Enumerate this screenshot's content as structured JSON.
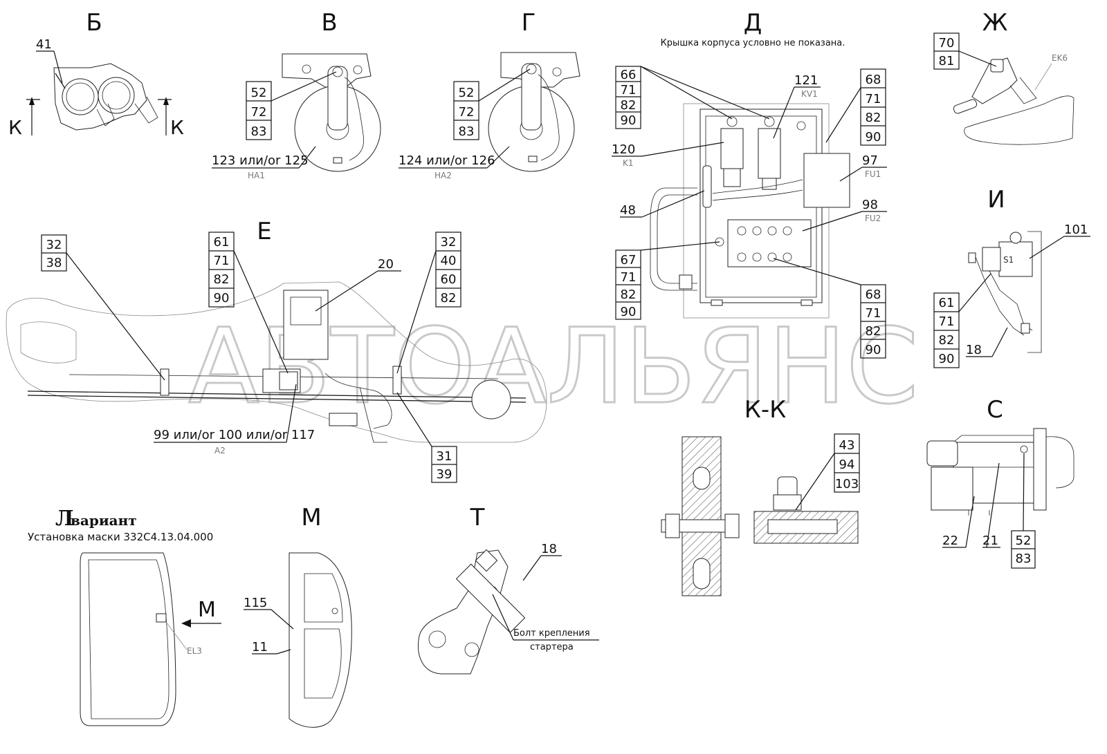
{
  "watermark": "АВТОАЛЬЯНС",
  "views": {
    "b": "Б",
    "v": "В",
    "g": "Г",
    "d": "Д",
    "zh": "Ж",
    "i": "И",
    "e": "Е",
    "kk": "К-К",
    "s": "С",
    "m": "М",
    "t": "Т",
    "k_left": "К",
    "k_right": "К",
    "m_arrow": "М"
  },
  "notes": {
    "cover_note": "Крышка корпуса условно не показана.",
    "variant_letter": "Л",
    "variant_word": "вариант",
    "mask_install": "Установка маски 332С4.13.04.000",
    "bolt_line1": "Болт крепления",
    "bolt_line2": "стартера"
  },
  "callouts": {
    "b": [
      "41"
    ],
    "v": [
      "52",
      "72",
      "83"
    ],
    "v_main": "123 или/or 125",
    "v_code": "HA1",
    "g": [
      "52",
      "72",
      "83"
    ],
    "g_main": "124 или/or 126",
    "g_code": "HA2",
    "d_top_left": [
      "66",
      "71",
      "82",
      "90"
    ],
    "d_121": "121",
    "d_121_code": "KV1",
    "d_120": "120",
    "d_120_code": "K1",
    "d_48": "48",
    "d_mid_left": [
      "67",
      "71",
      "82",
      "90"
    ],
    "d_top_right": [
      "68",
      "71",
      "82",
      "90"
    ],
    "d_97": "97",
    "d_97_code": "FU1",
    "d_98": "98",
    "d_98_code": "FU2",
    "d_bot_right": [
      "68",
      "71",
      "82",
      "90"
    ],
    "zh": [
      "70",
      "81"
    ],
    "zh_code": "EK6",
    "i_101": "101",
    "i_code": "S1",
    "i_left": [
      "61",
      "71",
      "82",
      "90"
    ],
    "i_18": "18",
    "e_left": [
      "32",
      "38"
    ],
    "e_mid": [
      "61",
      "71",
      "82",
      "90"
    ],
    "e_20": "20",
    "e_right": [
      "32",
      "40",
      "60",
      "82"
    ],
    "e_bottom": [
      "31",
      "39"
    ],
    "e_main": "99 или/or 100 или/or 117",
    "e_code": "A2",
    "kk": [
      "43",
      "94",
      "103"
    ],
    "s_left": "22",
    "s_mid": "21",
    "s_right": [
      "52",
      "83"
    ],
    "m_115": "115",
    "m_11": "11",
    "l_code": "EL3",
    "t_18": "18"
  }
}
